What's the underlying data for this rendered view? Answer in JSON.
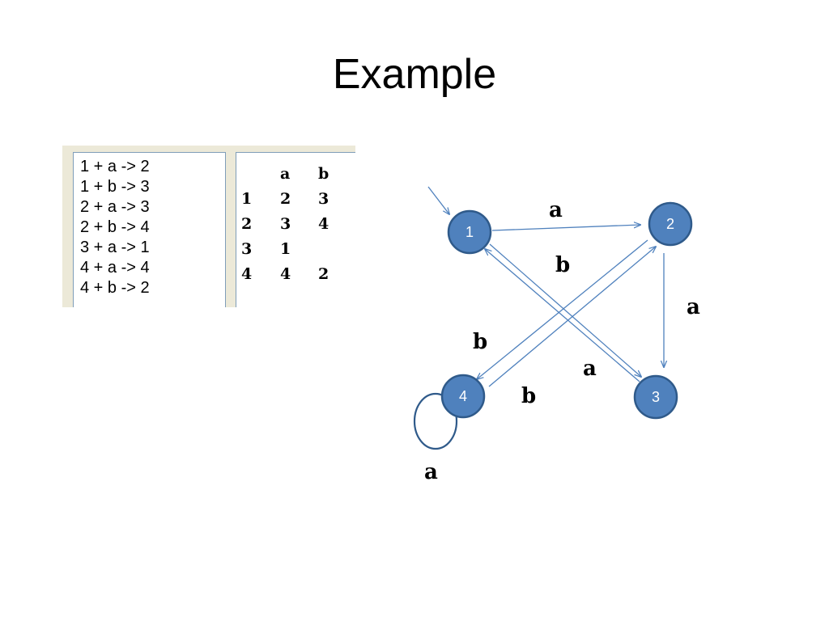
{
  "slide": {
    "title": "Example"
  },
  "rules": [
    "1 + a -> 2",
    "1 + b -> 3",
    "2 + a -> 3",
    "2 + b -> 4",
    "3 + a -> 1",
    "4 + a -> 4",
    "4 + b -> 2"
  ],
  "table": {
    "header": [
      "",
      "a",
      "b"
    ],
    "rows": [
      [
        "1",
        "2",
        "3"
      ],
      [
        "2",
        "3",
        "4"
      ],
      [
        "3",
        "1",
        ""
      ],
      [
        "4",
        "4",
        "2"
      ]
    ]
  },
  "diagram": {
    "colors": {
      "node_fill": "#4f81bd",
      "edge": "#4f81bd"
    },
    "nodes": [
      "1",
      "2",
      "3",
      "4"
    ],
    "start_state": "1",
    "edges": [
      {
        "from": "1",
        "to": "2",
        "label": "a"
      },
      {
        "from": "1",
        "to": "3",
        "label": "b"
      },
      {
        "from": "2",
        "to": "3",
        "label": "a"
      },
      {
        "from": "2",
        "to": "4",
        "label": "b"
      },
      {
        "from": "3",
        "to": "1",
        "label": "a"
      },
      {
        "from": "4",
        "to": "2",
        "label": "b"
      },
      {
        "from": "4",
        "to": "4",
        "label": "a"
      }
    ]
  }
}
